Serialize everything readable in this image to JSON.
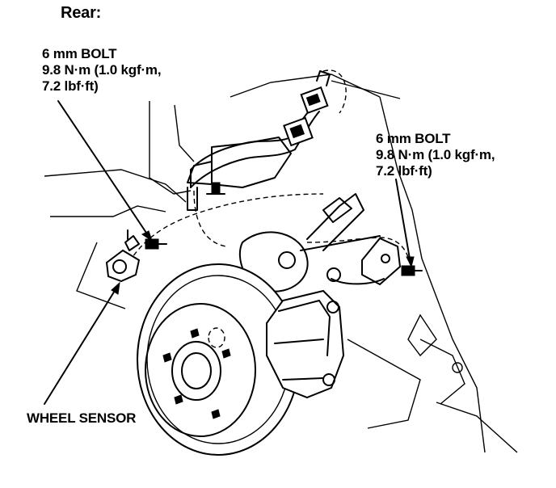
{
  "title": "Rear:",
  "callouts": {
    "bolt_left": {
      "line1": "6 mm BOLT",
      "line2": "9.8 N·m (1.0 kgf·m,",
      "line3": "7.2 lbf·ft)"
    },
    "bolt_right": {
      "line1": "6 mm BOLT",
      "line2": "9.8 N·m (1.0 kgf·m,",
      "line3": "7.2 lbf·ft)"
    },
    "wheel_sensor": "WHEEL SENSOR"
  }
}
